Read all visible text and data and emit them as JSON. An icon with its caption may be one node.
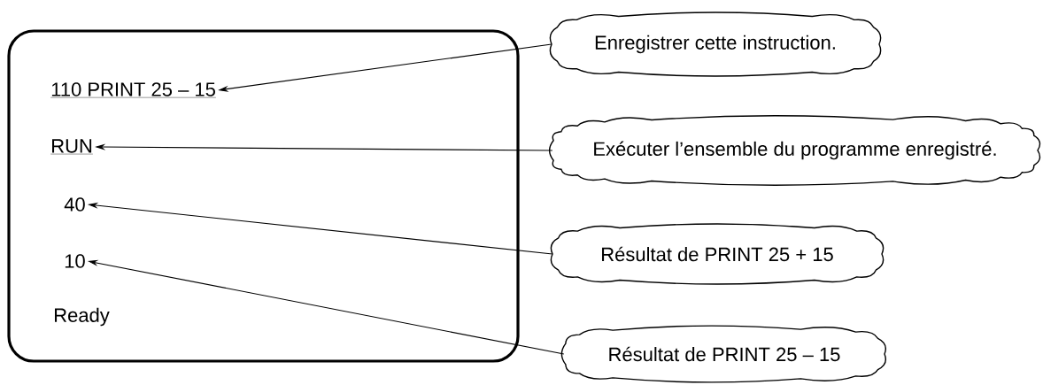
{
  "diagram": {
    "nodes": [
      {
        "text": [],
        "shape": "box"
      },
      {
        "text": [
          "110 PRINT 25 – 15"
        ],
        "in": 0
      },
      {
        "text": [
          "RUN"
        ],
        "in": 0
      },
      {
        "text": [
          "40"
        ],
        "in": 0
      },
      {
        "text": [
          "10"
        ],
        "in": 0
      },
      {
        "text": [
          "Enregistrer cette instruction."
        ]
      },
      {
        "text": [
          "Exécuter l’ensemble du programme enregistré."
        ]
      },
      {
        "text": [
          "Résultat de PRINT 25 + 15"
        ]
      },
      {
        "text": [
          "Résultat de PRINT 25 – 15"
        ]
      }
    ],
    "edges": [
      {
        "from": 5,
        "to": 1,
        "arrow": "to"
      },
      {
        "from": 6,
        "to": 2,
        "arrow": "to"
      },
      {
        "from": 7,
        "to": 3,
        "arrow": "to"
      },
      {
        "from": 8,
        "to": 4,
        "arrow": "to"
      }
    ],
    "labels": [
      "Ready"
    ]
  }
}
